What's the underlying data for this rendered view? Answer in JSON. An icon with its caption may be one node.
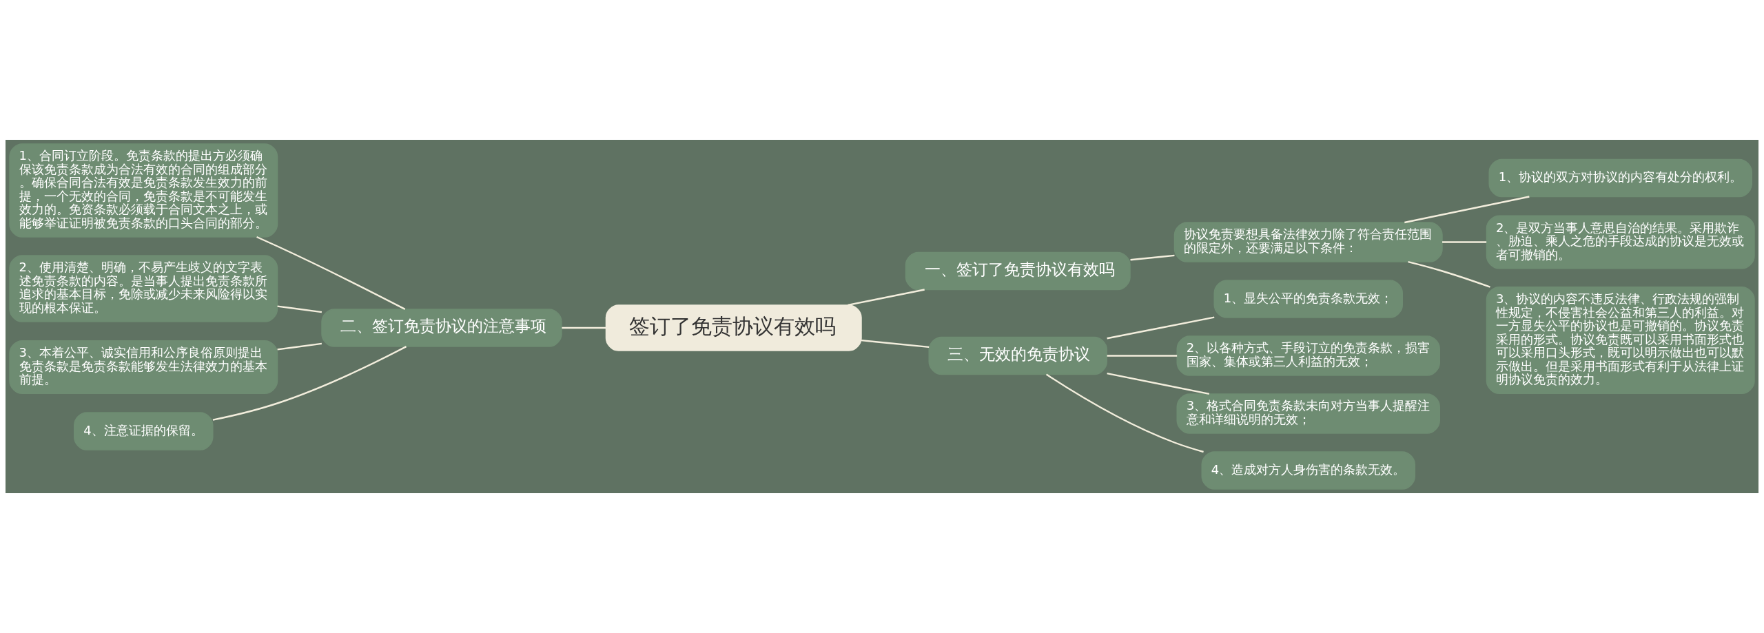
{
  "diagram": {
    "nodes": [
      {
        "text": [
          "签订了免责协议有效吗"
        ]
      },
      {
        "text": [
          "一、签订了免责协议有效吗"
        ]
      },
      {
        "text": [
          "协议免责要想具备法律效力除了符合责任范围的限定外，还要满足以下条件："
        ]
      },
      {
        "text": [
          "1、协议的双方对协议的内容有处分的权利。"
        ]
      },
      {
        "text": [
          "2、是双方当事人意思自治的结果。采用欺诈、胁迫、乘人之危的手段达成的协议是无效或者可撤销的。"
        ]
      },
      {
        "text": [
          "3、协议的内容不违反法律、行政法规的强制性规定，不侵害社会公益和第三人的利益。对一方显失公平的协议也是可撤销的。协议免责采用的形式。协议免责既可以采用书面形式也可以采用口头形式，既可以明示做出也可以默示做出。但是采用书面形式有利于从法律上证明协议免责的效力。"
        ]
      },
      {
        "text": [
          "二、签订免责协议的注意事项"
        ]
      },
      {
        "text": [
          "1、合同订立阶段。免责条款的提出方必须确保该免责条款成为合法有效的合同的组成部分。确保合同合法有效是免责条款发生效力的前提，一个无效的合同，免责条款是不可能发生效力的。免资条款必须载于合同文本之上，或能够举证证明被免责条款的口头合同的部分。"
        ]
      },
      {
        "text": [
          "2、使用清楚、明确，不易产生歧义的文字表述免责条款的内容。是当事人提出免责条款所追求的基本目标，免除或减少未来风险得以实现的根本保证。"
        ]
      },
      {
        "text": [
          "3、本着公平、诚实信用和公序良俗原则提出免责条款是免责条款能够发生法律效力的基本前提。"
        ]
      },
      {
        "text": [
          "4、注意证据的保留。"
        ]
      },
      {
        "text": [
          "三、无效的免责协议"
        ]
      },
      {
        "text": [
          "1、显失公平的免责条款无效；"
        ]
      },
      {
        "text": [
          "2、以各种方式、手段订立的免责条款，损害国家、集体或第三人利益的无效；"
        ]
      },
      {
        "text": [
          "3、格式合同免责条款未向对方当事人提醒注意和详细说明的无效；"
        ]
      },
      {
        "text": [
          "4、造成对方人身伤害的条款无效。"
        ]
      }
    ],
    "edges": [
      {
        "from": 0,
        "to": 1,
        "arrow": "none"
      },
      {
        "from": 1,
        "to": 2,
        "arrow": "none"
      },
      {
        "from": 2,
        "to": 3,
        "arrow": "none"
      },
      {
        "from": 2,
        "to": 4,
        "arrow": "none"
      },
      {
        "from": 2,
        "to": 5,
        "arrow": "none"
      },
      {
        "from": 0,
        "to": 6,
        "arrow": "none"
      },
      {
        "from": 6,
        "to": 7,
        "arrow": "none"
      },
      {
        "from": 6,
        "to": 8,
        "arrow": "none"
      },
      {
        "from": 6,
        "to": 9,
        "arrow": "none"
      },
      {
        "from": 6,
        "to": 10,
        "arrow": "none"
      },
      {
        "from": 0,
        "to": 11,
        "arrow": "none"
      },
      {
        "from": 11,
        "to": 12,
        "arrow": "none"
      },
      {
        "from": 11,
        "to": 13,
        "arrow": "none"
      },
      {
        "from": 11,
        "to": 14,
        "arrow": "none"
      },
      {
        "from": 11,
        "to": 15,
        "arrow": "none"
      }
    ]
  }
}
